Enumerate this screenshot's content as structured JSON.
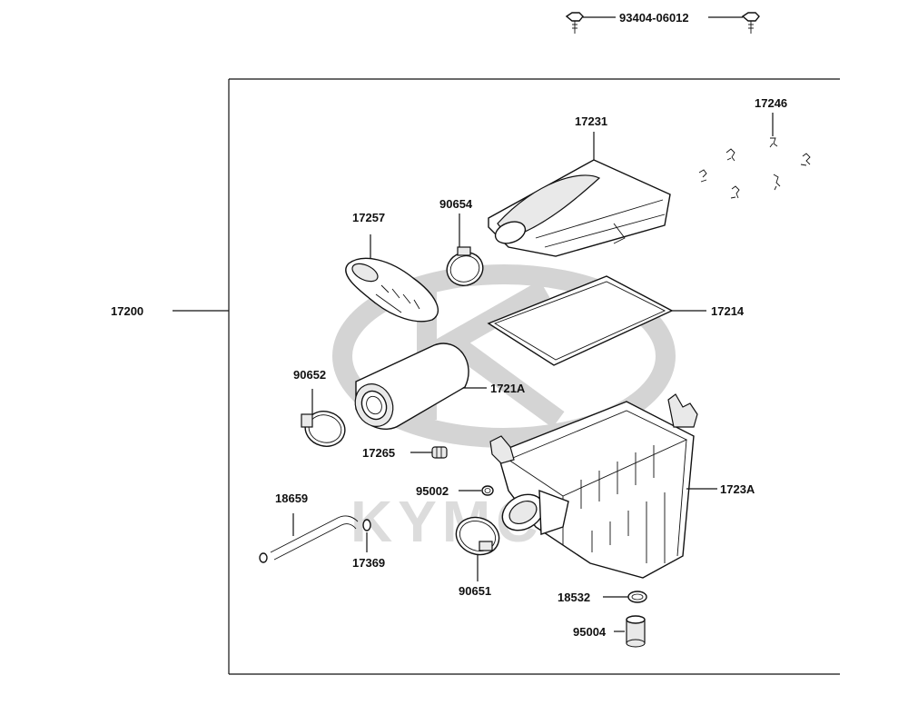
{
  "watermark": {
    "brand": "KYMCO",
    "color": "#d4d4d4"
  },
  "labels": {
    "bolt": "93404-06012",
    "assembly": "17200",
    "clip": "17246",
    "cover": "17231",
    "duct": "17257",
    "clamp_upper": "90654",
    "gasket": "17214",
    "clamp_left": "90652",
    "element": "1721A",
    "plug": "17265",
    "small_clamp": "95002",
    "case": "1723A",
    "hose": "18659",
    "hose_clip": "17369",
    "clamp_lower": "90651",
    "oring": "18532",
    "drain": "95004"
  }
}
